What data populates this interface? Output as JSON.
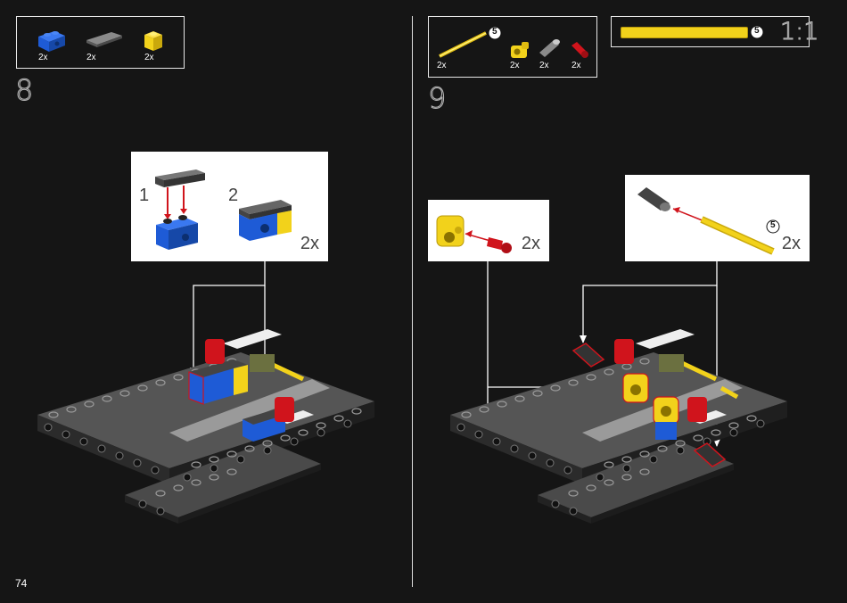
{
  "left": {
    "step": "8",
    "parts": [
      {
        "qty": "2x"
      },
      {
        "qty": "2x"
      },
      {
        "qty": "2x"
      }
    ],
    "callout": {
      "sub1": "1",
      "sub2": "2",
      "qty": "2x"
    }
  },
  "right": {
    "step": "9",
    "parts": [
      {
        "qty": "2x",
        "badge": "5"
      },
      {
        "qty": "2x"
      },
      {
        "qty": "2x"
      },
      {
        "qty": "2x"
      }
    ],
    "scale": {
      "badge": "5",
      "label": "1:1"
    },
    "callout_a": {
      "qty": "2x"
    },
    "callout_b": {
      "qty": "2x",
      "badge": "5"
    }
  },
  "page_number": "74",
  "colors": {
    "background": "#151515",
    "blue": "#1e5bd6",
    "yellow": "#f2d21b",
    "red": "#d0141c",
    "gray": "#6b6b6b",
    "dark_gray": "#3a3a3a"
  }
}
